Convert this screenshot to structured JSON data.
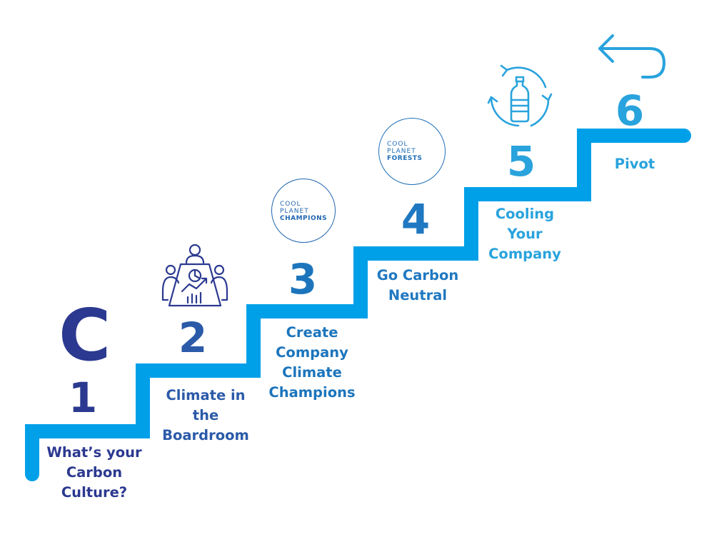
{
  "colors": {
    "stair": "#00a0e9",
    "navy": "#2b3990",
    "mid_blue": "#1c75bc",
    "light_blue": "#29a3dd"
  },
  "steps": [
    {
      "number": "1",
      "label_lines": [
        "What’s your",
        "Carbon",
        "Culture?"
      ]
    },
    {
      "number": "2",
      "label_lines": [
        "Climate in",
        "the",
        "Boardroom"
      ]
    },
    {
      "number": "3",
      "label_lines": [
        "Create",
        "Company",
        "Climate",
        "Champions"
      ]
    },
    {
      "number": "4",
      "label_lines": [
        "Go Carbon",
        "Neutral"
      ]
    },
    {
      "number": "5",
      "label_lines": [
        "Cooling",
        "Your",
        "Company"
      ]
    },
    {
      "number": "6",
      "label_lines": [
        "Pivot"
      ]
    }
  ],
  "logo_letter": "C",
  "badge_champions": {
    "line1": "COOL",
    "line2": "PLANET",
    "line3": "CHAMPIONS"
  },
  "badge_forests": {
    "line1": "COOL",
    "line2": "PLANET",
    "line3": "FORESTS"
  },
  "icons": {
    "step1": "carbon-culture-logo-icon",
    "step2": "boardroom-meeting-icon",
    "step5": "recycle-bottle-icon",
    "step6": "return-arrow-icon"
  }
}
